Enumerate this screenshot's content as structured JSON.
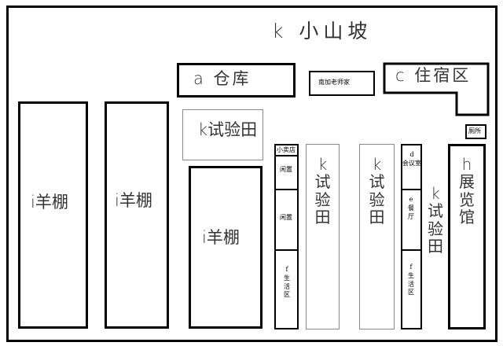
{
  "map": {
    "hill": "k 小山坡",
    "warehouse": "a 仓库",
    "teacher_home": "南加老师家",
    "dorm": "c 住宿区",
    "toilet": "厕所",
    "test_field_top": "k试验田",
    "sheep_pen_1": "i羊棚",
    "sheep_pen_2": "i羊棚",
    "sheep_pen_3": "i羊棚",
    "shop": "小卖店",
    "idle_1": "闲置",
    "idle_2": "闲置",
    "living_area_1": "f\n生\n活\n区",
    "test_field_v1": "k\n试\n验\n田",
    "test_field_v2": "k\n试\n验\n田",
    "meeting_room": "d\n会议室",
    "dining": "e\n餐\n厅",
    "living_area_2": "f\n生\n活\n区",
    "test_field_v3": "k\n试\n验\n田",
    "exhibition": "h\n展\n览\n馆"
  }
}
